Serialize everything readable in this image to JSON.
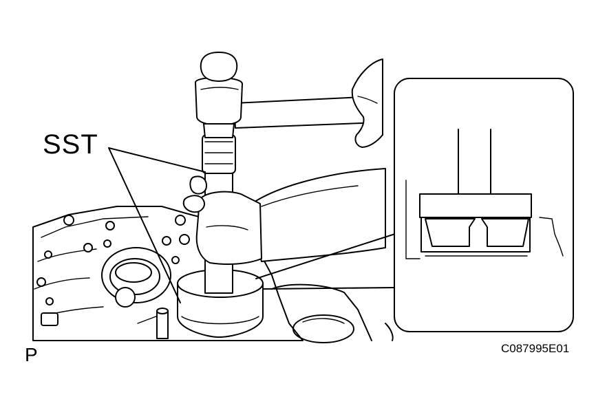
{
  "labels": {
    "tool_callout": "SST",
    "view_marker": "P",
    "figure_code": "C087995E01"
  }
}
